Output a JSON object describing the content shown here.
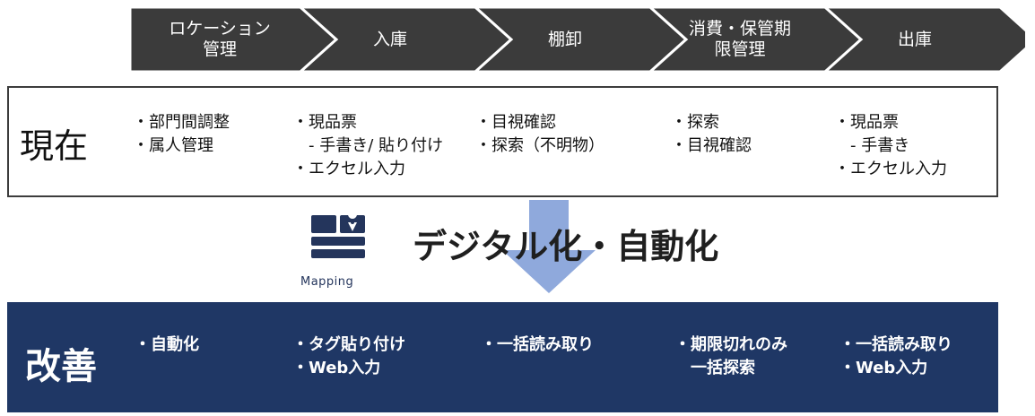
{
  "process_steps": [
    {
      "label": "ロケーション\n管理"
    },
    {
      "label": "入庫"
    },
    {
      "label": "棚卸"
    },
    {
      "label": "消費・保管期\n限管理"
    },
    {
      "label": "出庫"
    }
  ],
  "current": {
    "title": "現在",
    "columns": [
      {
        "lines": [
          "・部門間調整",
          "・属人管理"
        ]
      },
      {
        "lines": [
          "・現品票",
          "　- 手書き/ 貼り付け",
          "・エクセル入力"
        ]
      },
      {
        "lines": [
          "・目視確認",
          "・探索（不明物）"
        ]
      },
      {
        "lines": [
          "・探索",
          "・目視確認"
        ]
      },
      {
        "lines": [
          "・現品票",
          "　- 手書き",
          "・エクセル入力"
        ]
      }
    ]
  },
  "middle": {
    "logo_caption": "Mapping",
    "headline": "デジタル化・自動化"
  },
  "improvement": {
    "title": "改善",
    "columns": [
      {
        "lines": [
          "・自動化"
        ]
      },
      {
        "lines": [
          "・タグ貼り付け",
          "・Web入力"
        ]
      },
      {
        "lines": [
          "・一括読み取り"
        ]
      },
      {
        "lines": [
          "・期限切れのみ",
          "　一括探索"
        ]
      },
      {
        "lines": [
          "・一括読み取り",
          "・Web入力"
        ]
      }
    ]
  },
  "colors": {
    "chevron_fill": "#3b3b3b",
    "chevron_stroke": "#ffffff",
    "improve_bg": "#1f3765",
    "arrow": "#8fa9dc",
    "logo": "#24355c"
  }
}
